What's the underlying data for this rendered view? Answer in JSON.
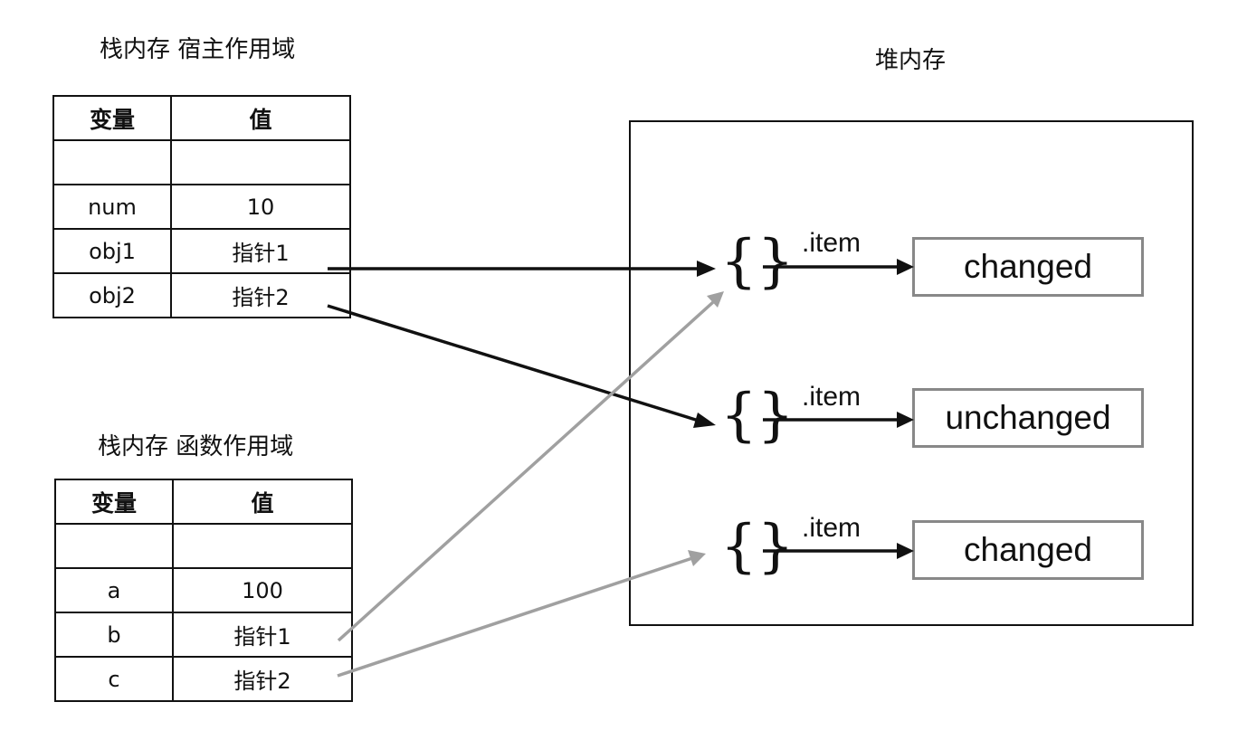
{
  "host_scope": {
    "title": "栈内存 宿主作用域",
    "headers": {
      "variable": "变量",
      "value": "值"
    },
    "rows": [
      {
        "variable": "",
        "value": ""
      },
      {
        "variable": "num",
        "value": "10"
      },
      {
        "variable": "obj1",
        "value": "指针1"
      },
      {
        "variable": "obj2",
        "value": "指针2"
      }
    ]
  },
  "function_scope": {
    "title": "栈内存 函数作用域",
    "headers": {
      "variable": "变量",
      "value": "值"
    },
    "rows": [
      {
        "variable": "",
        "value": ""
      },
      {
        "variable": "a",
        "value": "100"
      },
      {
        "variable": "b",
        "value": "指针1"
      },
      {
        "variable": "c",
        "value": "指针2"
      }
    ]
  },
  "heap": {
    "title": "堆内存",
    "objects": [
      {
        "brace": "{}",
        "property": ".item",
        "value": "changed"
      },
      {
        "brace": "{}",
        "property": ".item",
        "value": "unchanged"
      },
      {
        "brace": "{}",
        "property": ".item",
        "value": "changed"
      }
    ]
  },
  "colors": {
    "host_arrow": "#111111",
    "function_arrow": "#a0a0a0",
    "value_box_border": "#888888"
  }
}
